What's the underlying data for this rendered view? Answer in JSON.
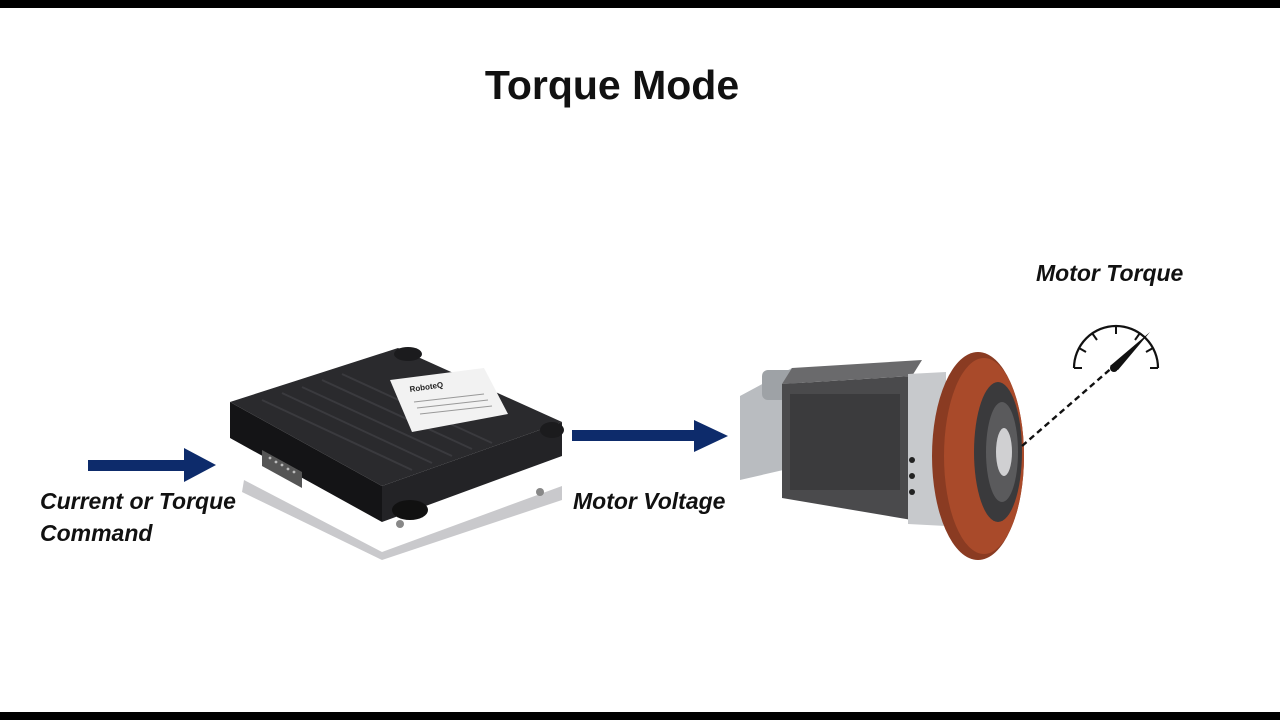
{
  "slide": {
    "title": "Torque Mode",
    "labels": {
      "input": "Current or Torque\nCommand",
      "input_line1": "Current or Torque",
      "input_line2": "Command",
      "middle": "Motor Voltage",
      "output": "Motor Torque"
    },
    "controller_brand": "RoboteQ",
    "colors": {
      "arrow": "#0d2b6b",
      "wheel": "#a94a2a",
      "controller": "#1d1d1f"
    },
    "icons": [
      "arrow-right-icon",
      "motor-controller-icon",
      "motor-wheel-icon",
      "torque-gauge-icon"
    ]
  }
}
